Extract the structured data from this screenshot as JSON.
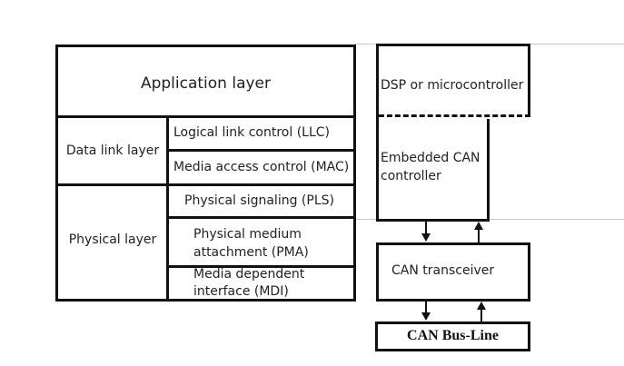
{
  "osi_stack": {
    "application": "Application layer",
    "data_link": {
      "label": "Data link layer",
      "sublayers": [
        "Logical link control (LLC)",
        "Media access control (MAC)"
      ]
    },
    "physical": {
      "label": "Physical layer",
      "sublayers": [
        "Physical signaling (PLS)",
        "Physical medium attachment (PMA)",
        "Media dependent interface (MDI)"
      ]
    }
  },
  "hardware": {
    "dsp": "DSP or microcontroller",
    "can_controller": "Embedded CAN controller",
    "transceiver": "CAN transceiver",
    "bus_line": "CAN Bus-Line"
  }
}
